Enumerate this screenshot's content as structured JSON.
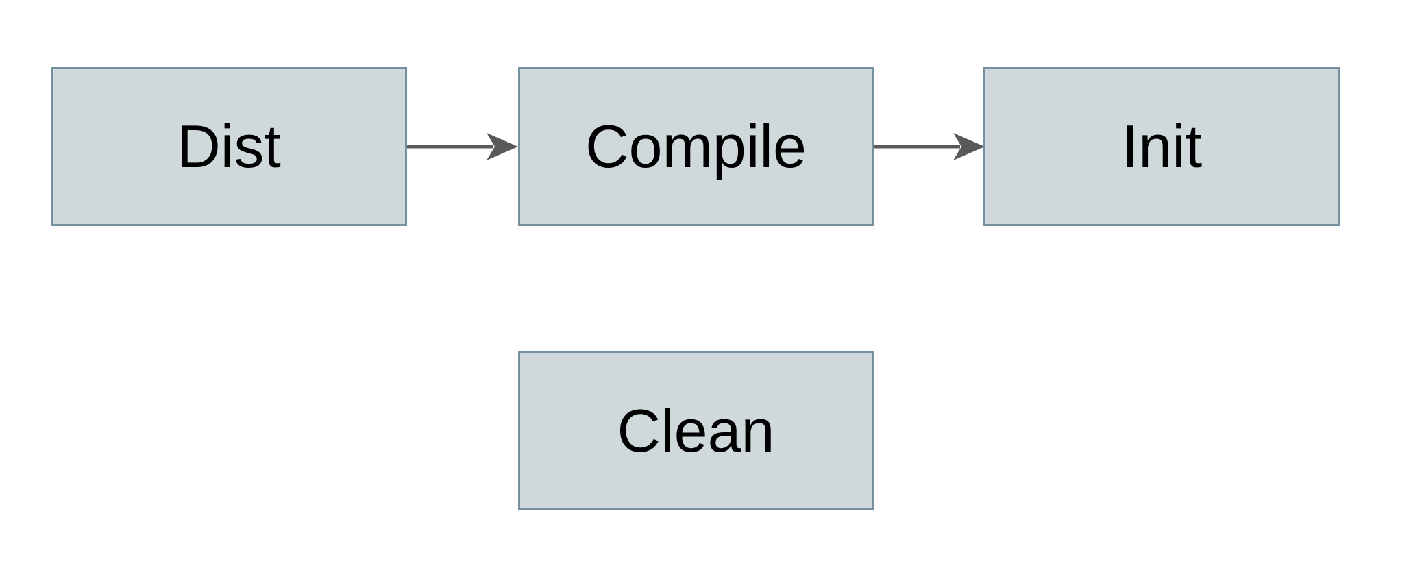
{
  "diagram": {
    "title": "build-targets-flowchart",
    "nodes": [
      {
        "id": "dist",
        "label": "Dist"
      },
      {
        "id": "compile",
        "label": "Compile"
      },
      {
        "id": "init",
        "label": "Init"
      },
      {
        "id": "clean",
        "label": "Clean"
      }
    ],
    "edges": [
      {
        "from": "Dist",
        "to": "Compile",
        "direction": "right"
      },
      {
        "from": "Compile",
        "to": "Init",
        "direction": "right"
      }
    ],
    "colors": {
      "background": "#ffffff",
      "node_fill": "#cfd8da",
      "node_border": "#75909e",
      "arrow": "#595959",
      "text": "#000000"
    }
  }
}
